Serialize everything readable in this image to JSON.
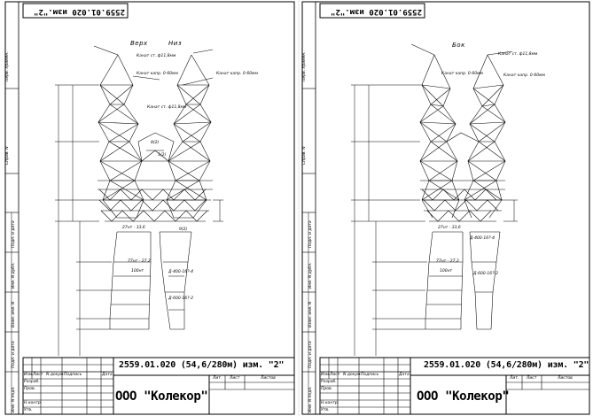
{
  "sheets": [
    {
      "code_top": "2559.01.020 изм.\"2\"",
      "view_labels": [
        "Верх",
        "Низ"
      ],
      "annotations": [
        "Канат ст. ф11,8мм",
        "Канат капр. 0-60мм",
        "Канат капр. 0-60мм",
        "Канат ст. ф11,8мм",
        "8(2)",
        "1(2)",
        "9(2)",
        "27нт - 33,6",
        "77нт - 27,2",
        "100нт",
        "Д-400-16?-4",
        "Д-600-16?-2"
      ],
      "doc_code": "2559.01.020 (54,6/280м) изм. \"2\"",
      "company": "ООО \"Колекор\"",
      "stamp_headers": [
        "Изм.",
        "Лист",
        "N докум.",
        "Подпись",
        "Дата"
      ],
      "stamp_roles": [
        "Разраб.",
        "Пров.",
        "",
        "Н.контр.",
        "Утв."
      ],
      "stamp_lit_headers": [
        "Лит.",
        "Лист",
        "Листов"
      ],
      "side_labels": [
        "Перв. примен.",
        "Справ. N",
        "Подп. и дата",
        "Инв. N дубл.",
        "Взам. инв. N",
        "Подп. и дата",
        "Инв. N подл."
      ]
    },
    {
      "code_top": "2559.01.020 изм.\"2\"",
      "view_labels": [
        "Бок"
      ],
      "annotations": [
        "Канат ст. ф11,8мм",
        "Канат капр. 0-60мм",
        "Канат капр. 0-60мм",
        "27нт - 33,6",
        "77нт - 27,2",
        "100нт",
        "Д-400-16?-4",
        "Д-600-16?-2"
      ],
      "doc_code": "2559.01.020 (54,6/280м) изм. \"2\"",
      "company": "ООО \"Колекор\"",
      "stamp_headers": [
        "Изм.",
        "Лист",
        "N докум.",
        "Подпись",
        "Дата"
      ],
      "stamp_roles": [
        "Разраб.",
        "Пров.",
        "",
        "Н.контр.",
        "Утв."
      ],
      "stamp_lit_headers": [
        "Лит.",
        "Лист",
        "Листов"
      ],
      "side_labels": [
        "Перв. примен.",
        "Справ. N",
        "Подп. и дата",
        "Инв. N дубл.",
        "Взам. инв. N",
        "Подп. и дата",
        "Инв. N подл."
      ]
    }
  ]
}
